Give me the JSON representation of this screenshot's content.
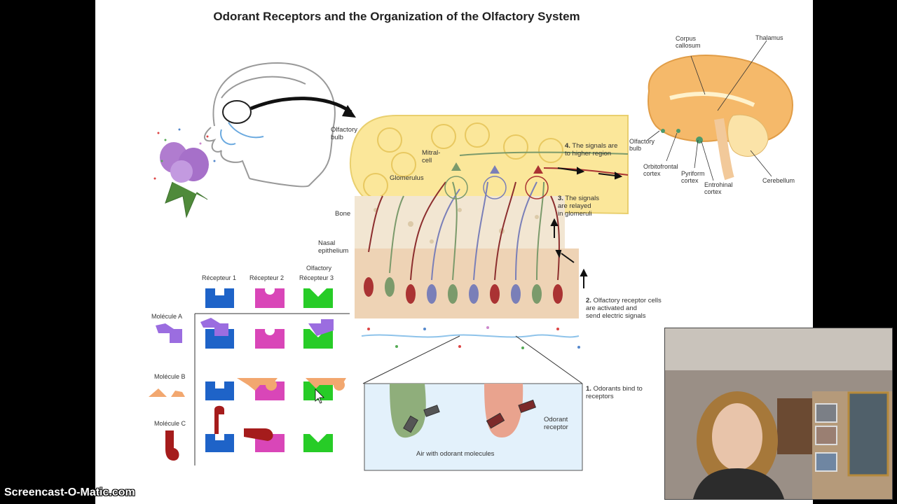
{
  "title": "Odorant Receptors and the Organization of the Olfactory System",
  "labels": {
    "olfactory_bulb": "Olfactory\nbulb",
    "bone": "Bone",
    "nasal_epithelium": "Nasal\nepithelium",
    "mitral_cell": "Mitral-\ncell",
    "glomerulus": "Glomerulus",
    "odorant_receptor": "Odorant\nreceptor",
    "air_with_odorant": "Air with odorant molecules"
  },
  "steps": [
    {
      "num": "1.",
      "text": "Odorants bind to\nreceptors"
    },
    {
      "num": "2.",
      "text": "Olfactory receptor cells\nare activated and\nsend electric signals"
    },
    {
      "num": "3.",
      "text": "The signals\nare relayed\nin glomeruli"
    },
    {
      "num": "4.",
      "text": "The signals are\nto higher region"
    }
  ],
  "brain_labels": {
    "corpus_callosum": "Corpus\ncallosum",
    "thalamus": "Thalamus",
    "olfactory_bulb": "Olfactory\nbulb",
    "orbitofrontal": "Orbitofrontal\ncortex",
    "pyriform": "Pyriform\ncortex",
    "entrohinal": "Entrohinal\ncortex",
    "cerebellum": "Cerebellum"
  },
  "matrix": {
    "receptors": [
      "Récepteur 1",
      "Récepteur 2",
      "Récepteur 3"
    ],
    "receptor3_prefix": "Olfactory",
    "molecules": [
      "Molécule A",
      "Molécule B",
      "Molécule C"
    ]
  },
  "colors": {
    "receptor1": "#1e63c8",
    "receptor2": "#d946b8",
    "receptor3": "#27cc27",
    "moleculeA": "#9b6de0",
    "moleculeB": "#f2a76f",
    "moleculeC": "#a51c1c",
    "bulb": "#fbe79a"
  },
  "watermark": "Screencast-O-Matic.com"
}
